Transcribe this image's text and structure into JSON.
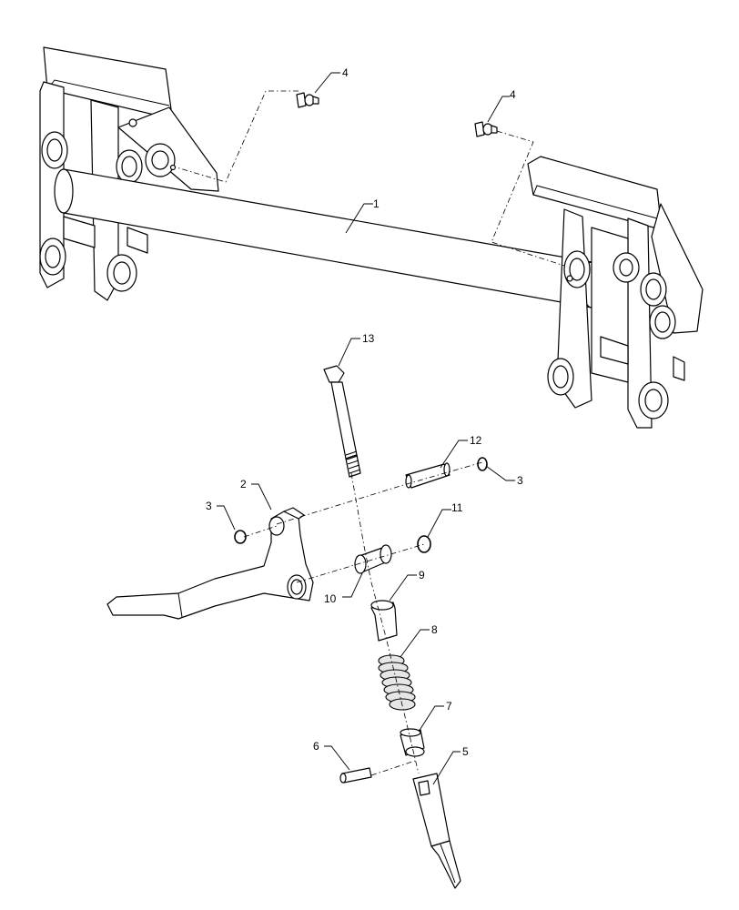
{
  "callouts": [
    {
      "id": "c1",
      "label": "1"
    },
    {
      "id": "c2",
      "label": "2"
    },
    {
      "id": "c3a",
      "label": "3"
    },
    {
      "id": "c3b",
      "label": "3"
    },
    {
      "id": "c4a",
      "label": "4"
    },
    {
      "id": "c4b",
      "label": "4"
    },
    {
      "id": "c5",
      "label": "5"
    },
    {
      "id": "c6",
      "label": "6"
    },
    {
      "id": "c7",
      "label": "7"
    },
    {
      "id": "c8",
      "label": "8"
    },
    {
      "id": "c9",
      "label": "9"
    },
    {
      "id": "c10",
      "label": "10"
    },
    {
      "id": "c11",
      "label": "11"
    },
    {
      "id": "c12",
      "label": "12"
    },
    {
      "id": "c13",
      "label": "13"
    }
  ]
}
